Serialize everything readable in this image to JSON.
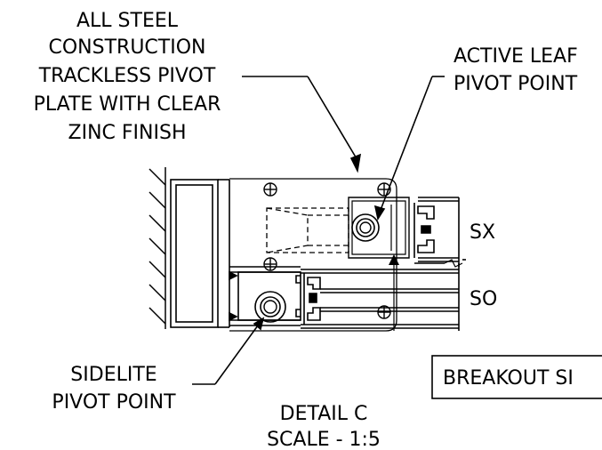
{
  "labels": {
    "pivot_plate": [
      "ALL STEEL",
      "CONSTRUCTION",
      "TRACKLESS PIVOT",
      "PLATE WITH CLEAR",
      "ZINC FINISH"
    ],
    "active_leaf": [
      "ACTIVE LEAF",
      "PIVOT POINT"
    ],
    "sidelite": [
      "SIDELITE",
      "PIVOT POINT"
    ],
    "detail": [
      "DETAIL C",
      "SCALE - 1:5"
    ],
    "sx": "SX",
    "so": "SO",
    "breakout": "BREAKOUT SI"
  },
  "colors": {
    "line": "#000000",
    "hidden_line": "#000000",
    "background": "#ffffff"
  }
}
